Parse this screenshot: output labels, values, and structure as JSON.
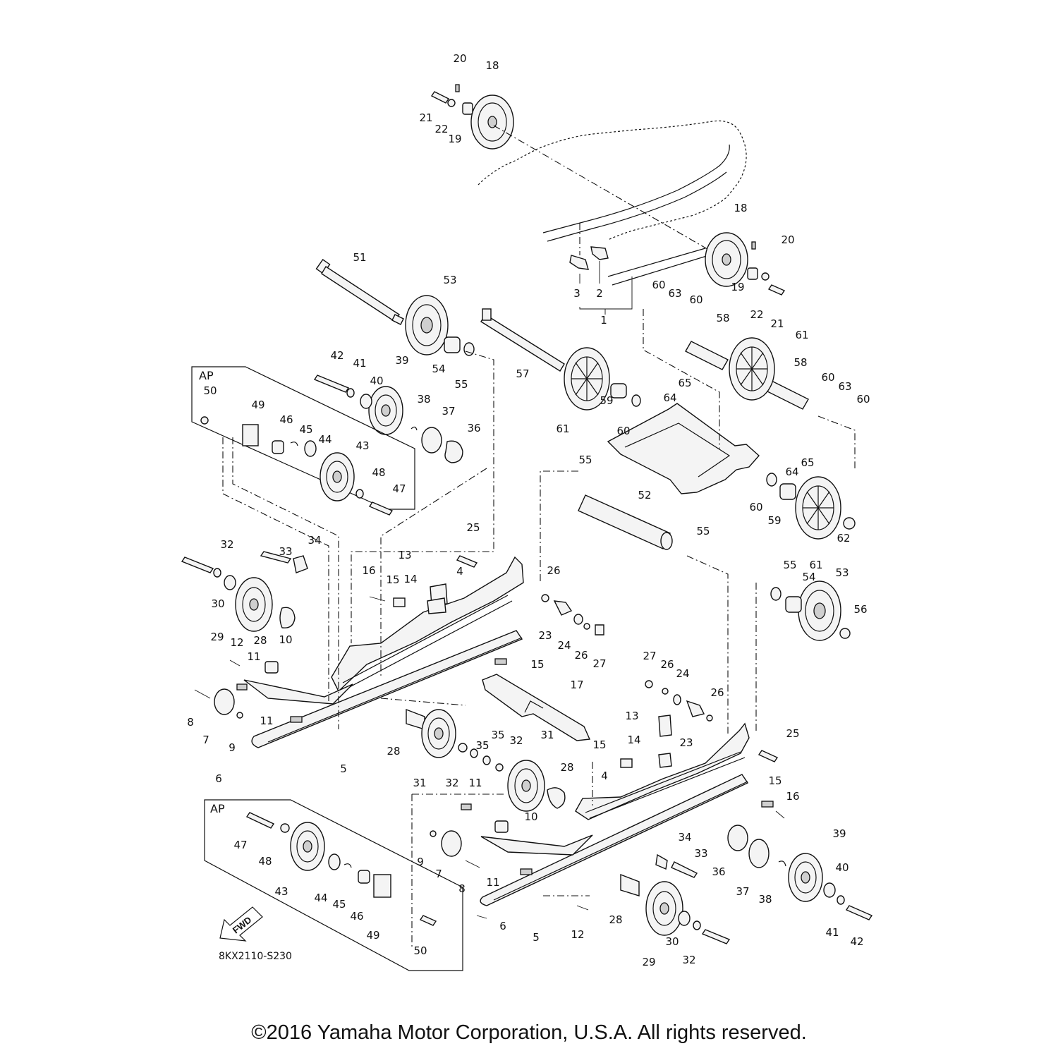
{
  "diagram": {
    "drawing_code": "8KX2110-S230",
    "fwd_label": "FWD",
    "ap_label": "AP",
    "copyright": "©2016 Yamaha Motor Corporation, U.S.A. All rights reserved.",
    "callouts": [
      "20",
      "18",
      "21",
      "22",
      "19",
      "18",
      "20",
      "19",
      "22",
      "21",
      "3",
      "2",
      "1",
      "60",
      "63",
      "60",
      "58",
      "61",
      "58",
      "60",
      "63",
      "60",
      "65",
      "64",
      "65",
      "64",
      "51",
      "53",
      "54",
      "55",
      "57",
      "61",
      "59",
      "60",
      "42",
      "41",
      "40",
      "39",
      "38",
      "37",
      "36",
      "50",
      "49",
      "46",
      "45",
      "44",
      "43",
      "48",
      "47",
      "55",
      "52",
      "55",
      "60",
      "59",
      "61",
      "62",
      "32",
      "33",
      "34",
      "25",
      "13",
      "14",
      "16",
      "15",
      "4",
      "26",
      "30",
      "29",
      "28",
      "12",
      "10",
      "11",
      "23",
      "24",
      "26",
      "27",
      "15",
      "55",
      "54",
      "53",
      "56",
      "17",
      "8",
      "7",
      "9",
      "11",
      "6",
      "5",
      "28",
      "31",
      "32",
      "35",
      "35",
      "32",
      "31",
      "28",
      "11",
      "15",
      "14",
      "13",
      "4",
      "23",
      "26",
      "27",
      "26",
      "24",
      "25",
      "15",
      "16",
      "10",
      "9",
      "7",
      "8",
      "11",
      "6",
      "5",
      "12",
      "34",
      "33",
      "36",
      "37",
      "38",
      "39",
      "40",
      "41",
      "42",
      "28",
      "30",
      "29",
      "32",
      "47",
      "48",
      "43",
      "44",
      "45",
      "46",
      "49",
      "50"
    ]
  }
}
